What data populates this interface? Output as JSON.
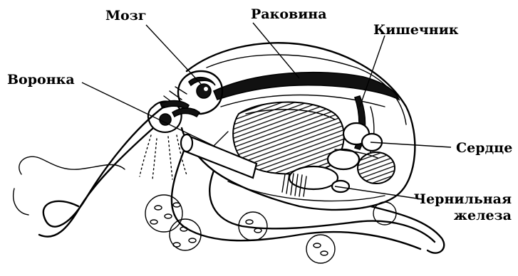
{
  "labels": {
    "brain": "Мозг",
    "shell": "Раковина",
    "intestine": "Кишечник",
    "funnel": "Воронка",
    "heart": "Сердце",
    "ink_gland_line1": "Чернильная",
    "ink_gland_line2": "железа"
  }
}
